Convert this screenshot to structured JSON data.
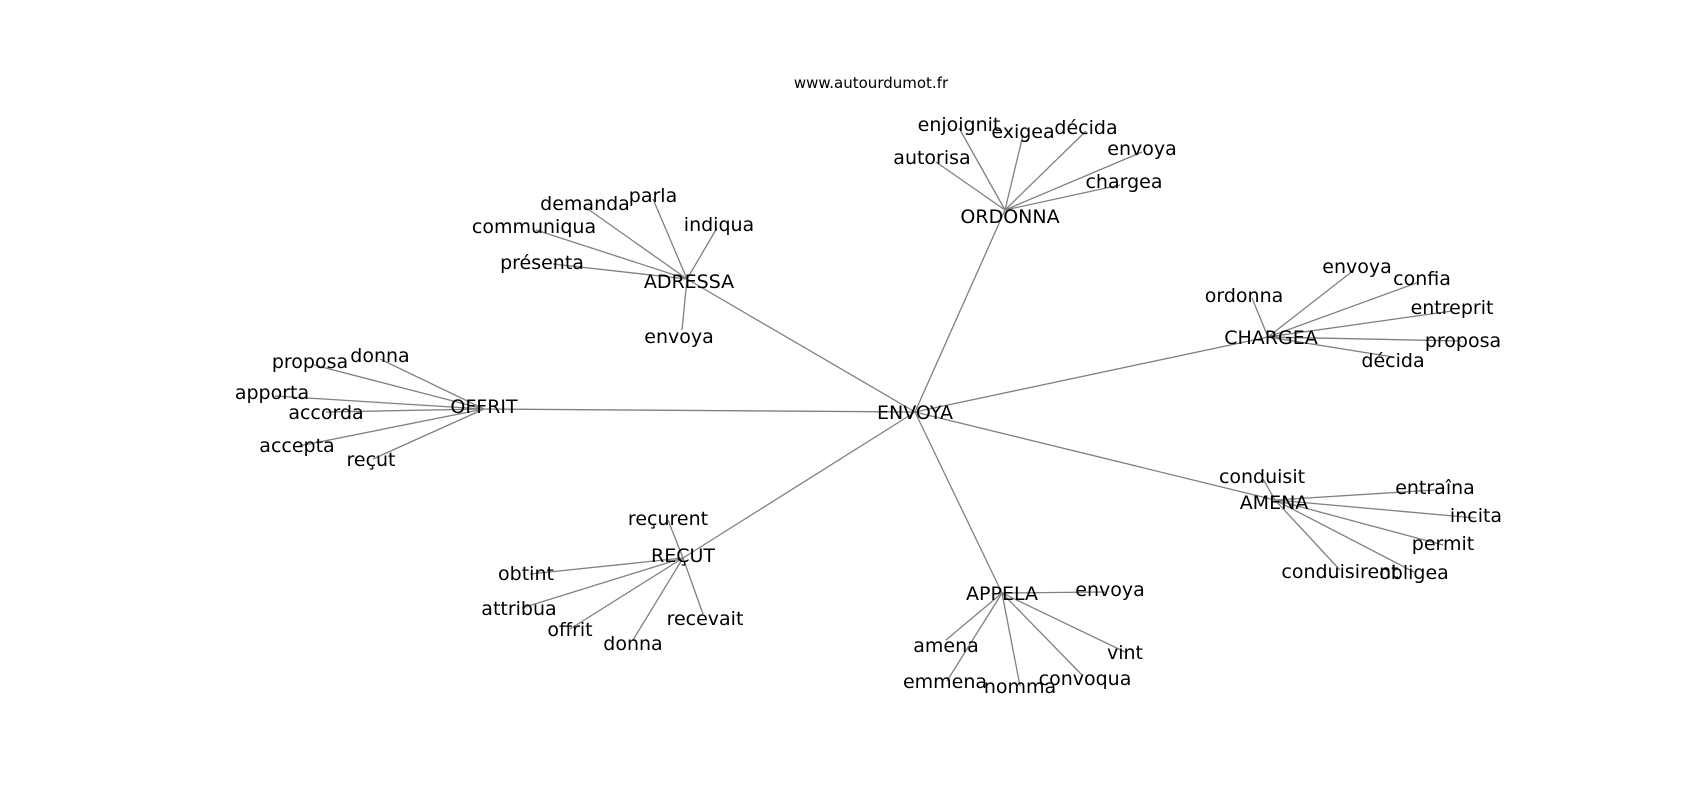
{
  "source": "www.autourdumot.fr",
  "colors": {
    "edge": "#808080",
    "text": "#000000",
    "background": "#ffffff"
  },
  "graph": {
    "center": "ENVOYA",
    "clusters": [
      {
        "hub": "ORDONNA",
        "leaves": [
          "enjoignit",
          "exigea",
          "décida",
          "envoya",
          "autorisa",
          "chargea"
        ]
      },
      {
        "hub": "ADRESSA",
        "leaves": [
          "demanda",
          "parla",
          "communiqua",
          "indiqua",
          "présenta",
          "envoya"
        ]
      },
      {
        "hub": "CHARGEA",
        "leaves": [
          "envoya",
          "confia",
          "ordonna",
          "entreprit",
          "proposa",
          "décida"
        ]
      },
      {
        "hub": "OFFRIT",
        "leaves": [
          "donna",
          "proposa",
          "apporta",
          "accorda",
          "accepta",
          "reçut"
        ]
      },
      {
        "hub": "AMENA",
        "leaves": [
          "conduisit",
          "entraîna",
          "incita",
          "permit",
          "conduisirent",
          "obligea"
        ]
      },
      {
        "hub": "REÇUT",
        "leaves": [
          "reçurent",
          "obtint",
          "attribua",
          "offrit",
          "donna",
          "recevait"
        ]
      },
      {
        "hub": "APPELA",
        "leaves": [
          "envoya",
          "amena",
          "emmena",
          "nomma",
          "convoqua",
          "vint"
        ]
      }
    ]
  }
}
